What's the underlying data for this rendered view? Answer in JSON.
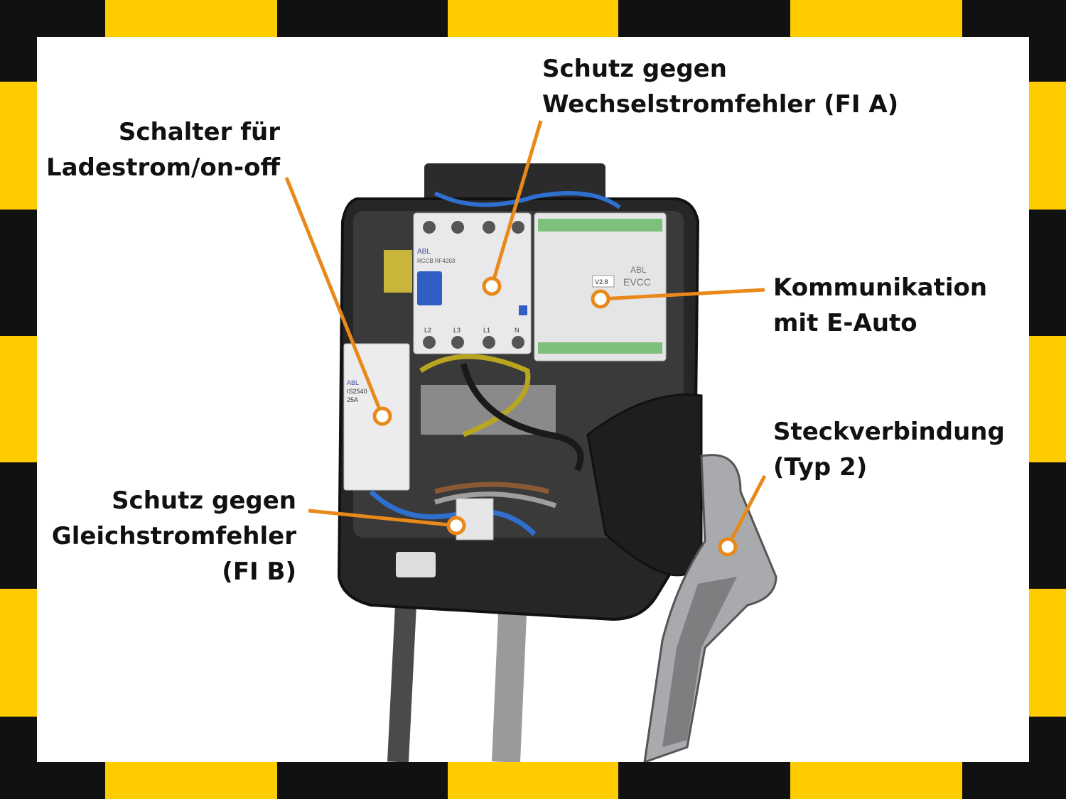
{
  "theme": {
    "accent": "#E8891A",
    "border_yellow": "#FFCC00",
    "border_black": "#111111"
  },
  "callouts": {
    "fi_a": {
      "line1": "Schutz gegen",
      "line2": "Wechselstromfehler (FI A)"
    },
    "switch": {
      "line1": "Schalter für",
      "line2": "Ladestrom/on-off"
    },
    "comm": {
      "line1": "Kommunikation",
      "line2": "mit E-Auto"
    },
    "plug": {
      "line1": "Steckverbindung",
      "line2": "(Typ 2)"
    },
    "fi_b": {
      "line1": "Schutz gegen",
      "line2": "Gleichstromfehler",
      "line3": "(FI B)"
    }
  },
  "device_labels": {
    "brand": "ABL",
    "rccb_model": "RCCB RF4203",
    "evcc": "EVCC",
    "evcc_version": "V2.8",
    "contactor_model": "IS2540",
    "contactor_rating": "25A",
    "terminal_l2": "L2",
    "terminal_l3": "L3",
    "terminal_l1": "L1",
    "terminal_n": "N"
  }
}
